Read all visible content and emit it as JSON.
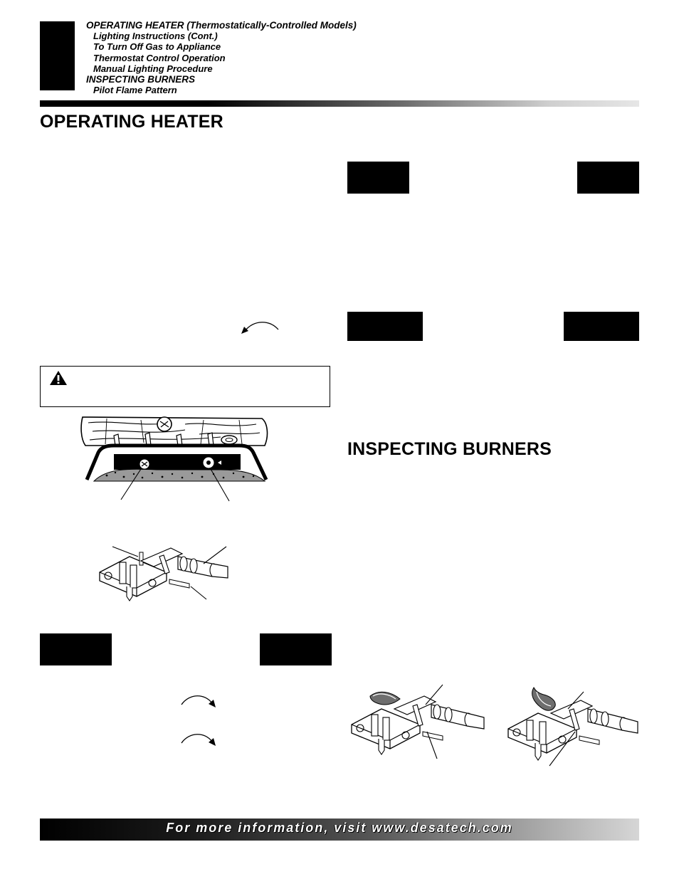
{
  "header": {
    "toc": [
      {
        "text": "OPERATING HEATER (Thermostatically-Controlled Models)",
        "level": 0
      },
      {
        "text": "Lighting Instructions (Cont.)",
        "level": 1
      },
      {
        "text": "To Turn Off Gas to Appliance",
        "level": 1
      },
      {
        "text": "Thermostat Control Operation",
        "level": 1
      },
      {
        "text": "Manual Lighting Procedure",
        "level": 1
      },
      {
        "text": "INSPECTING BURNERS",
        "level": 0
      },
      {
        "text": "Pilot Flame Pattern",
        "level": 1
      }
    ]
  },
  "sections": {
    "operating_heater_title": "OPERATING HEATER",
    "inspecting_burners_title": "INSPECTING BURNERS"
  },
  "footer": {
    "text": "For more information, visit www.desatech.com"
  },
  "icons": {
    "warning": "warning-triangle-icon"
  }
}
